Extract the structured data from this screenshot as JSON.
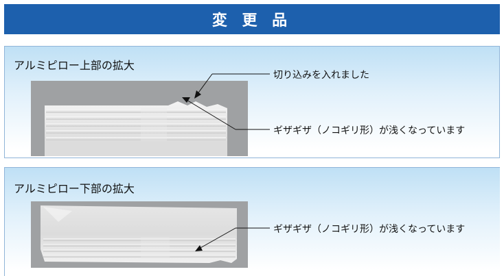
{
  "header": {
    "title": "変 更 品"
  },
  "top_panel": {
    "title": "アルミピロー上部の拡大",
    "callout_notch": "切り込みを入れました",
    "callout_teeth": "ギザギザ（ノコギリ形）が浅くなっています"
  },
  "bottom_panel": {
    "title": "アルミピロー下部の拡大",
    "callout_teeth": "ギザギザ（ノコギリ形）が浅くなっています"
  },
  "colors": {
    "header_blue": "#1d60ad",
    "panel_gradient": "#bfe0f5",
    "photo_gray": "#9fa1a3"
  }
}
